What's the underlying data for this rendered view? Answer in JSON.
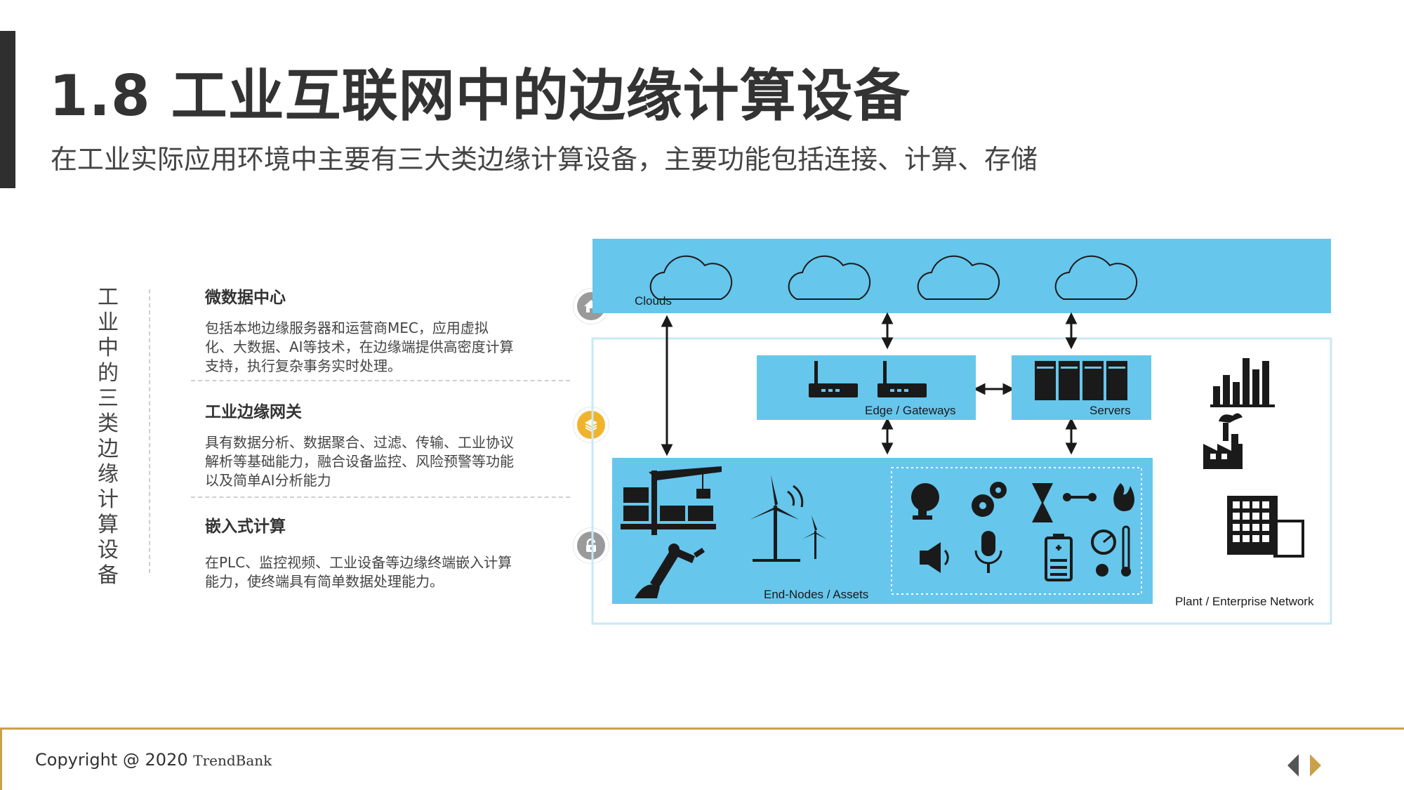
{
  "header": {
    "title": "1.8 工业互联网中的边缘计算设备",
    "subtitle": "在工业实际应用环境中主要有三大类边缘计算设备，主要功能包括连接、计算、存储"
  },
  "sidebar": {
    "vertical_title": [
      "工",
      "业",
      "中",
      "的",
      "三",
      "类",
      "边",
      "缘",
      "计",
      "算",
      "设",
      "备"
    ]
  },
  "categories": [
    {
      "title": "微数据中心",
      "description": "包括本地边缘服务器和运营商MEC，应用虚拟化、大数据、AI等技术，在边缘端提供高密度计算支持，执行复杂事务实时处理。",
      "icon": "home-icon"
    },
    {
      "title": "工业边缘网关",
      "description": "具有数据分析、数据聚合、过滤、传输、工业协议解析等基础能力，融合设备监控、风险预警等功能以及简单AI分析能力",
      "icon": "layers-icon"
    },
    {
      "title": "嵌入式计算",
      "description": "在PLC、监控视频、工业设备等边缘终端嵌入计算能力，使终端具有简单数据处理能力。",
      "icon": "lock-icon"
    }
  ],
  "diagram": {
    "clouds_label": "Clouds",
    "edge_label": "Edge / Gateways",
    "servers_label": "Servers",
    "endnodes_label": "End-Nodes / Assets",
    "plant_label": "Plant / Enterprise Network",
    "colors": {
      "blue": "#66c6ec",
      "outline": "#c8e8f6",
      "dark": "#1a1a1a"
    }
  },
  "footer": {
    "copyright": "Copyright @ 2020",
    "brand": "TrendBank",
    "accent_color": "#c9a14a"
  }
}
